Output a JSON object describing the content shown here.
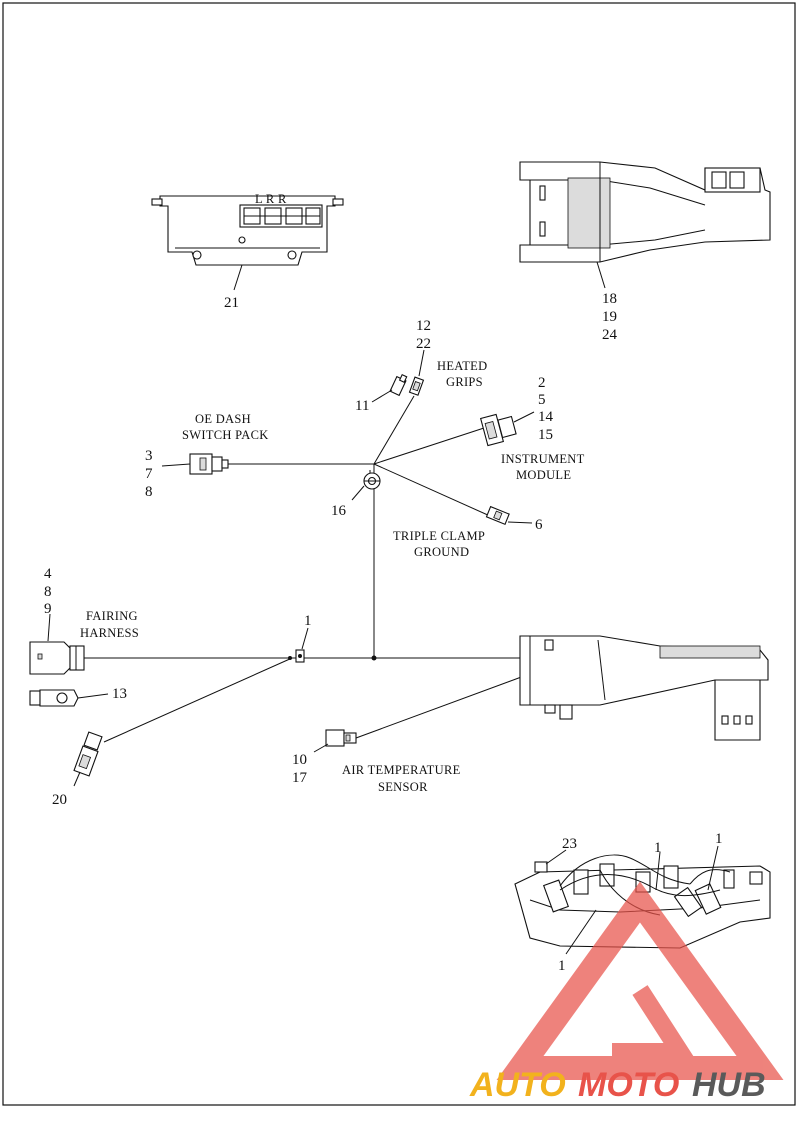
{
  "callouts": {
    "c21": "21",
    "c18": "18",
    "c19": "19",
    "c24": "24",
    "c12": "12",
    "c22": "22",
    "c11": "11",
    "c2": "2",
    "c5": "5",
    "c14": "14",
    "c15": "15",
    "c3": "3",
    "c7": "7",
    "c8a": "8",
    "c16": "16",
    "c6": "6",
    "c4": "4",
    "c8b": "8",
    "c9": "9",
    "c1a": "1",
    "c13": "13",
    "c10": "10",
    "c17": "17",
    "c20": "20",
    "c23": "23",
    "c1b": "1",
    "c1c": "1",
    "c1d": "1"
  },
  "captions": {
    "heated_grips_1": "HEATED",
    "heated_grips_2": "GRIPS",
    "oe_dash_1": "OE DASH",
    "oe_dash_2": "SWITCH PACK",
    "instrument_1": "INSTRUMENT",
    "instrument_2": "MODULE",
    "triple_clamp_1": "TRIPLE CLAMP",
    "triple_clamp_2": "GROUND",
    "fairing_1": "FAIRING",
    "fairing_2": "HARNESS",
    "air_temp_1": "AIR TEMPERATURE",
    "air_temp_2": "SENSOR",
    "switch_letters": "L R R"
  },
  "watermark": {
    "part1": "AUTO",
    "part2": "MOTO",
    "part3": "HUB",
    "colors": {
      "red": "#e8534a",
      "orange": "#f2b21d",
      "gray": "#5a5a5a"
    }
  }
}
